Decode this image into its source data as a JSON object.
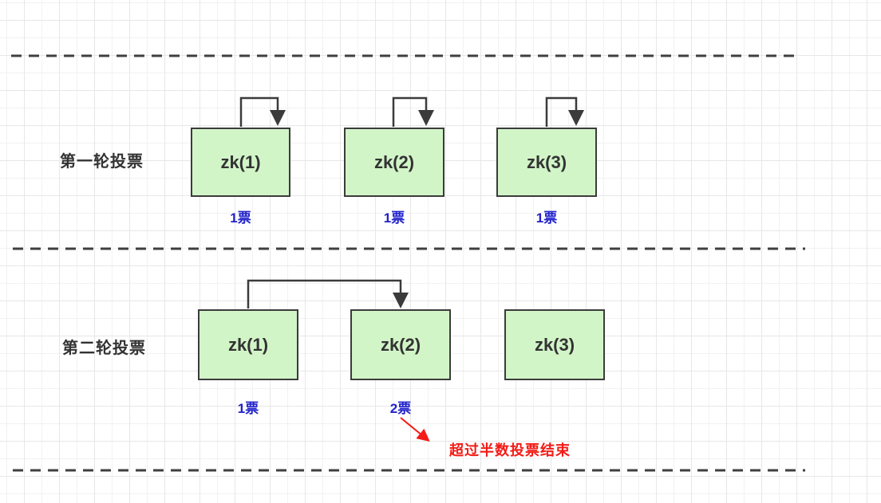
{
  "colors": {
    "node_fill": "#d2f5c8",
    "node_border": "#3b3b3b",
    "connector": "#3b3b3b",
    "vote_text": "#2222cc",
    "annotation_red": "#f31b16",
    "dashed_line": "#3f3f3f"
  },
  "rounds": [
    {
      "label": "第一轮投票",
      "nodes": [
        {
          "label": "zk(1)",
          "votes": "1票"
        },
        {
          "label": "zk(2)",
          "votes": "1票"
        },
        {
          "label": "zk(3)",
          "votes": "1票"
        }
      ]
    },
    {
      "label": "第二轮投票",
      "nodes": [
        {
          "label": "zk(1)",
          "votes": "1票"
        },
        {
          "label": "zk(2)",
          "votes": "2票"
        },
        {
          "label": "zk(3)",
          "votes": ""
        }
      ]
    }
  ],
  "annotation": {
    "text": "超过半数投票结束"
  }
}
